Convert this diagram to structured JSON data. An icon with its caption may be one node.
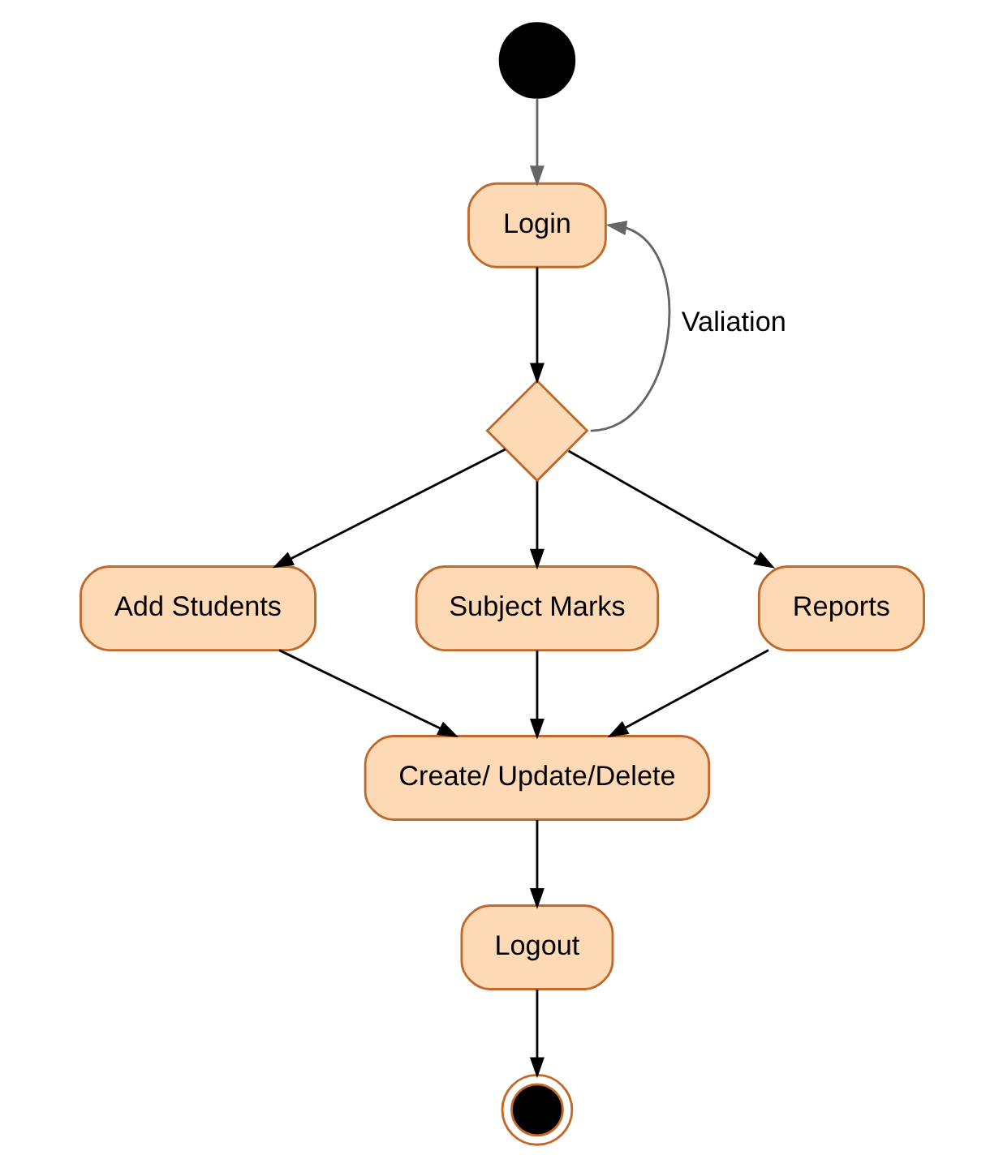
{
  "diagram": {
    "nodes": [
      {
        "text": [],
        "shape": "circle"
      },
      {
        "text": [
          "Login"
        ]
      },
      {
        "text": [],
        "shape": "diamond"
      },
      {
        "text": [
          "Add Students"
        ]
      },
      {
        "text": [
          "Subject Marks"
        ]
      },
      {
        "text": [
          "Reports"
        ]
      },
      {
        "text": [
          "Create/ Update/Delete"
        ]
      },
      {
        "text": [
          "Logout"
        ]
      },
      {
        "text": [],
        "shape": "circle"
      }
    ],
    "edges": [
      {
        "from": 0,
        "to": 1,
        "arrow": "to",
        "color": "#666666"
      },
      {
        "from": 1,
        "to": 2,
        "arrow": "to"
      },
      {
        "from": 2,
        "to": 3,
        "arrow": "to"
      },
      {
        "from": 2,
        "to": 4,
        "arrow": "to"
      },
      {
        "from": 2,
        "to": 5,
        "arrow": "to"
      },
      {
        "from": 3,
        "to": 6,
        "arrow": "to"
      },
      {
        "from": 4,
        "to": 6,
        "arrow": "to"
      },
      {
        "from": 5,
        "to": 6,
        "arrow": "to"
      },
      {
        "from": 6,
        "to": 7,
        "arrow": "to"
      },
      {
        "from": 7,
        "to": 8,
        "arrow": "to"
      },
      {
        "from": 2,
        "to": 1,
        "arrow": "to",
        "label": "Valiation",
        "color": "#666666"
      }
    ]
  }
}
